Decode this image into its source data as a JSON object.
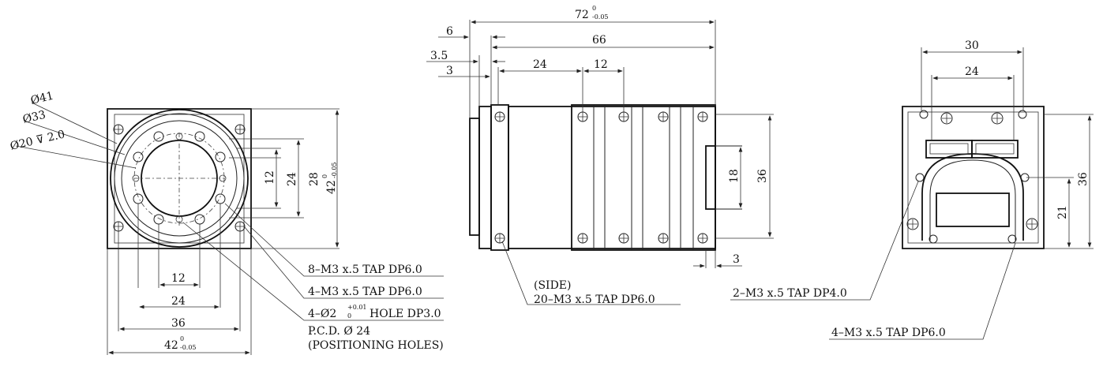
{
  "front": {
    "d41": "Ø41",
    "d33": "Ø33",
    "d20": "Ø20 ⊽ 2.0",
    "v12": "12",
    "v24": "24",
    "v28": "28",
    "v42": "42",
    "v42_tol_top": "0",
    "v42_tol_bot": "-0.05",
    "h12": "12",
    "h24": "24",
    "h36": "36",
    "h42": "42",
    "h42_tol_top": "0",
    "h42_tol_bot": "-0.05",
    "callout1": "8–M3 x.5 TAP DP6.0",
    "callout2": "4–M3 x.5 TAP DP6.0",
    "callout3_a": "4–Ø2",
    "callout3_tol_top": "+0.01",
    "callout3_tol_bot": "0",
    "callout3_b": "HOLE DP3.0",
    "callout4": "P.C.D. Ø 24",
    "callout5": "(POSITIONING HOLES)"
  },
  "side": {
    "d72": "72",
    "d72_tol_top": "0",
    "d72_tol_bot": "-0.05",
    "d6": "6",
    "d66": "66",
    "d35": "3.5",
    "d3a": "3",
    "d24": "24",
    "d12": "12",
    "v18": "18",
    "v36": "36",
    "d3b": "3",
    "label1": "(SIDE)",
    "label2": "20–M3 x.5 TAP DP6.0"
  },
  "rear": {
    "d30": "30",
    "d24": "24",
    "v36": "36",
    "v21": "21",
    "callout1": "2–M3 x.5 TAP DP4.0",
    "callout2": "4–M3 x.5 TAP DP6.0"
  }
}
